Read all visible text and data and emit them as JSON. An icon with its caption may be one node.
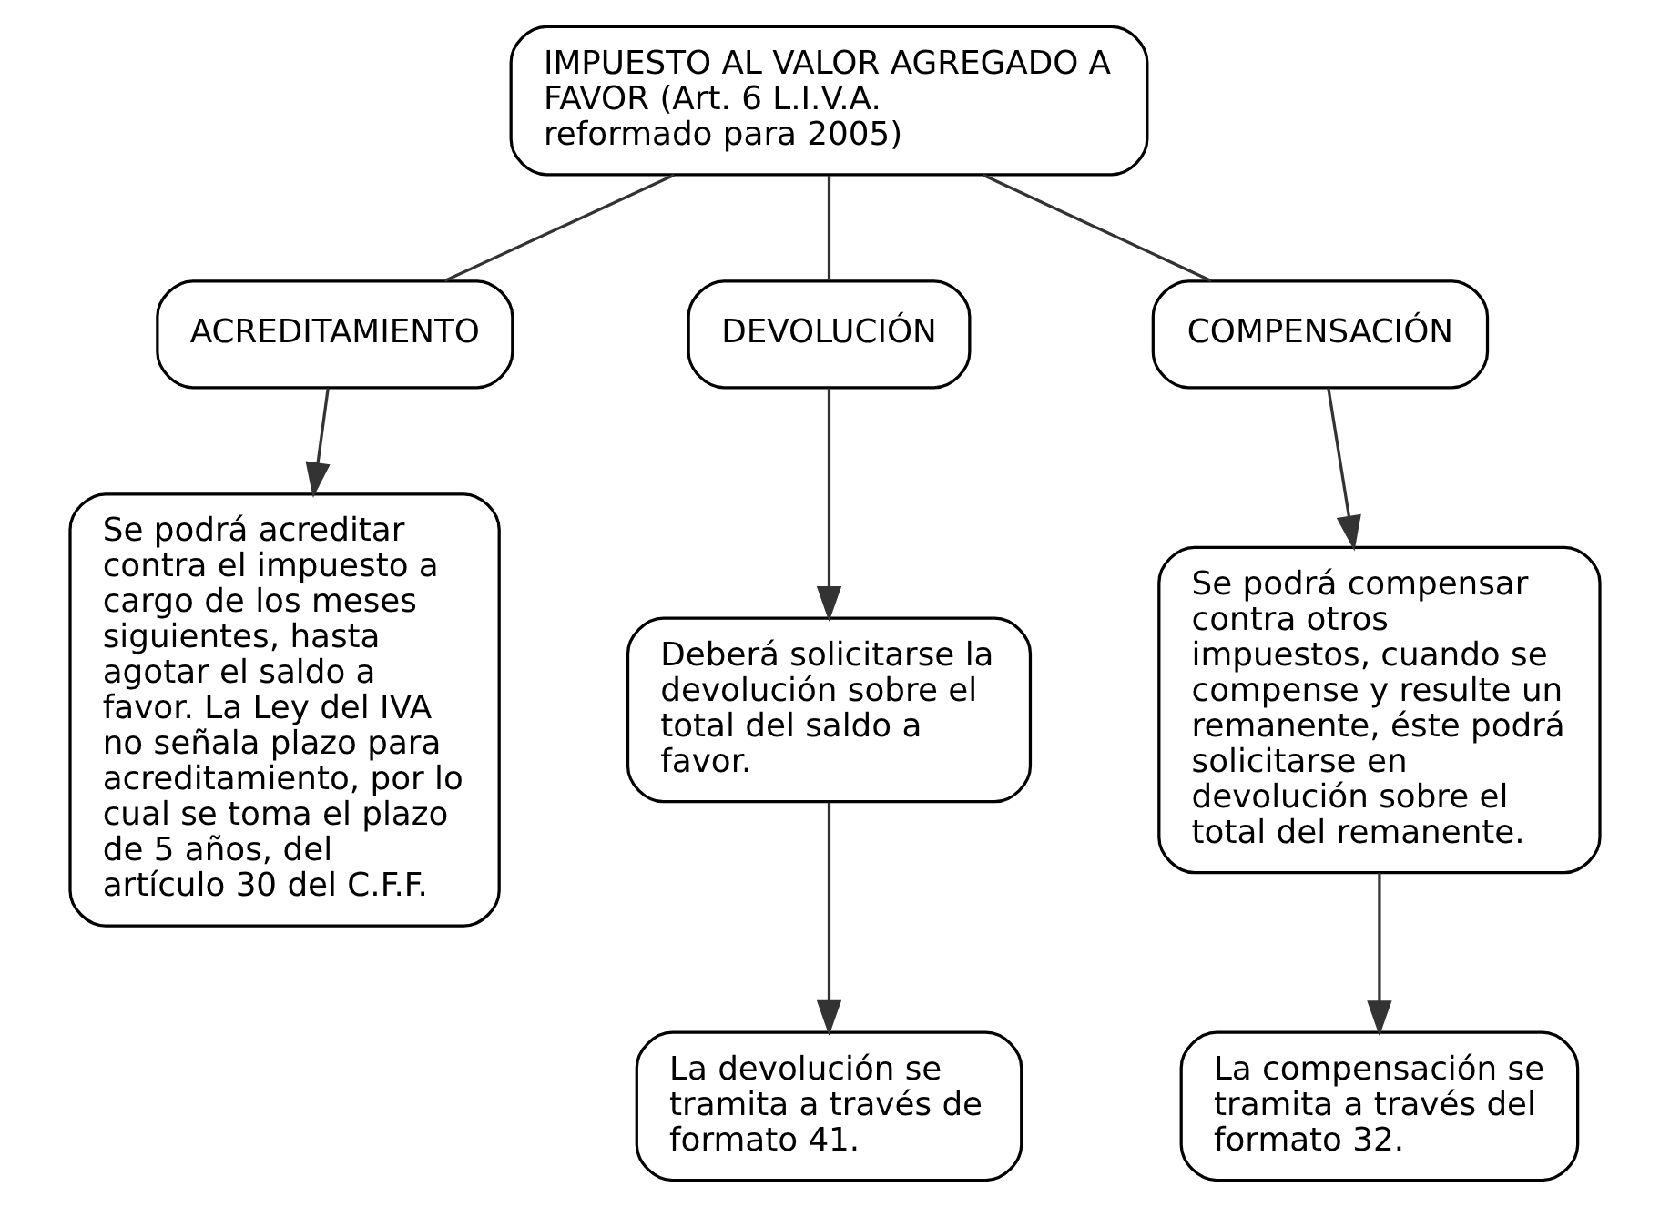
{
  "diagram": {
    "nodes": [
      {
        "text": [
          "IMPUESTO AL VALOR AGREGADO A FAVOR (Art. 6 L.I.V.A. reformado para 2005)"
        ]
      },
      {
        "text": [
          "ACREDITAMIENTO"
        ]
      },
      {
        "text": [
          "DEVOLUCIÓN"
        ]
      },
      {
        "text": [
          "COMPENSACIÓN"
        ]
      },
      {
        "text": [
          "Se podrá acreditar contra el impuesto a cargo de los meses siguientes, hasta agotar el saldo a favor. La Ley del IVA no señala plazo para acreditamiento, por lo cual se toma el plazo de 5 años, del artículo 30 del C.F.F."
        ]
      },
      {
        "text": [
          "Deberá solicitarse la devolución sobre el total del saldo a favor."
        ]
      },
      {
        "text": [
          "La devolución se tramita a través de formato 41."
        ]
      },
      {
        "text": [
          "Se podrá compensar contra otros impuestos, cuando se compense y resulte un remanente, éste podrá solicitarse en devolución sobre el total del remanente."
        ]
      },
      {
        "text": [
          "La compensación se tramita a través del formato 32."
        ]
      }
    ],
    "edges": [
      {
        "from": 0,
        "to": 1,
        "arrow": "none"
      },
      {
        "from": 0,
        "to": 2,
        "arrow": "none"
      },
      {
        "from": 0,
        "to": 3,
        "arrow": "none"
      },
      {
        "from": 1,
        "to": 4,
        "arrow": "to"
      },
      {
        "from": 2,
        "to": 5,
        "arrow": "to"
      },
      {
        "from": 5,
        "to": 6,
        "arrow": "to"
      },
      {
        "from": 3,
        "to": 7,
        "arrow": "to"
      },
      {
        "from": 7,
        "to": 8,
        "arrow": "to"
      }
    ]
  }
}
